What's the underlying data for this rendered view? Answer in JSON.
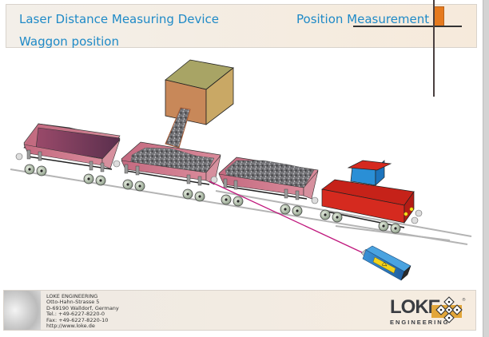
{
  "header": {
    "title": "Laser Distance Measuring Device",
    "subtitle": "Waggon position",
    "section_title": "Position Measurement",
    "accent_color": "#e57a1f",
    "text_color": "#1f8ac7"
  },
  "diagram": {
    "description": "Train of hopper waggons being loaded from a silo; a laser distance sensor measures waggon position along the track",
    "components": [
      {
        "name": "silo-box",
        "color": "#c58a5a"
      },
      {
        "name": "hopper-waggon-empty",
        "color": "#b0586e"
      },
      {
        "name": "hopper-waggon-loading",
        "color": "#b0586e"
      },
      {
        "name": "hopper-waggon-full",
        "color": "#b0586e"
      },
      {
        "name": "locomotive",
        "color": "#d42a1f",
        "cab_color": "#2a8fd6"
      },
      {
        "name": "laser-sensor",
        "color": "#2a7ec4",
        "label_color": "#f2d21b"
      },
      {
        "name": "laser-beam",
        "color": "#c0187d"
      }
    ]
  },
  "footer": {
    "company": "LOKE ENGINEERING",
    "street": "Otto-Hahn-Strasse 5",
    "city": "D-69190 Walldorf, Germany",
    "tel": "Tel.: +49-6227-8220-0",
    "fax": "Fax:  +49-6227-8220-10",
    "web": "http://www.loke.de",
    "logo_text": "LOKE",
    "logo_sub": "ENGINEERING",
    "logo_reg": "®"
  }
}
